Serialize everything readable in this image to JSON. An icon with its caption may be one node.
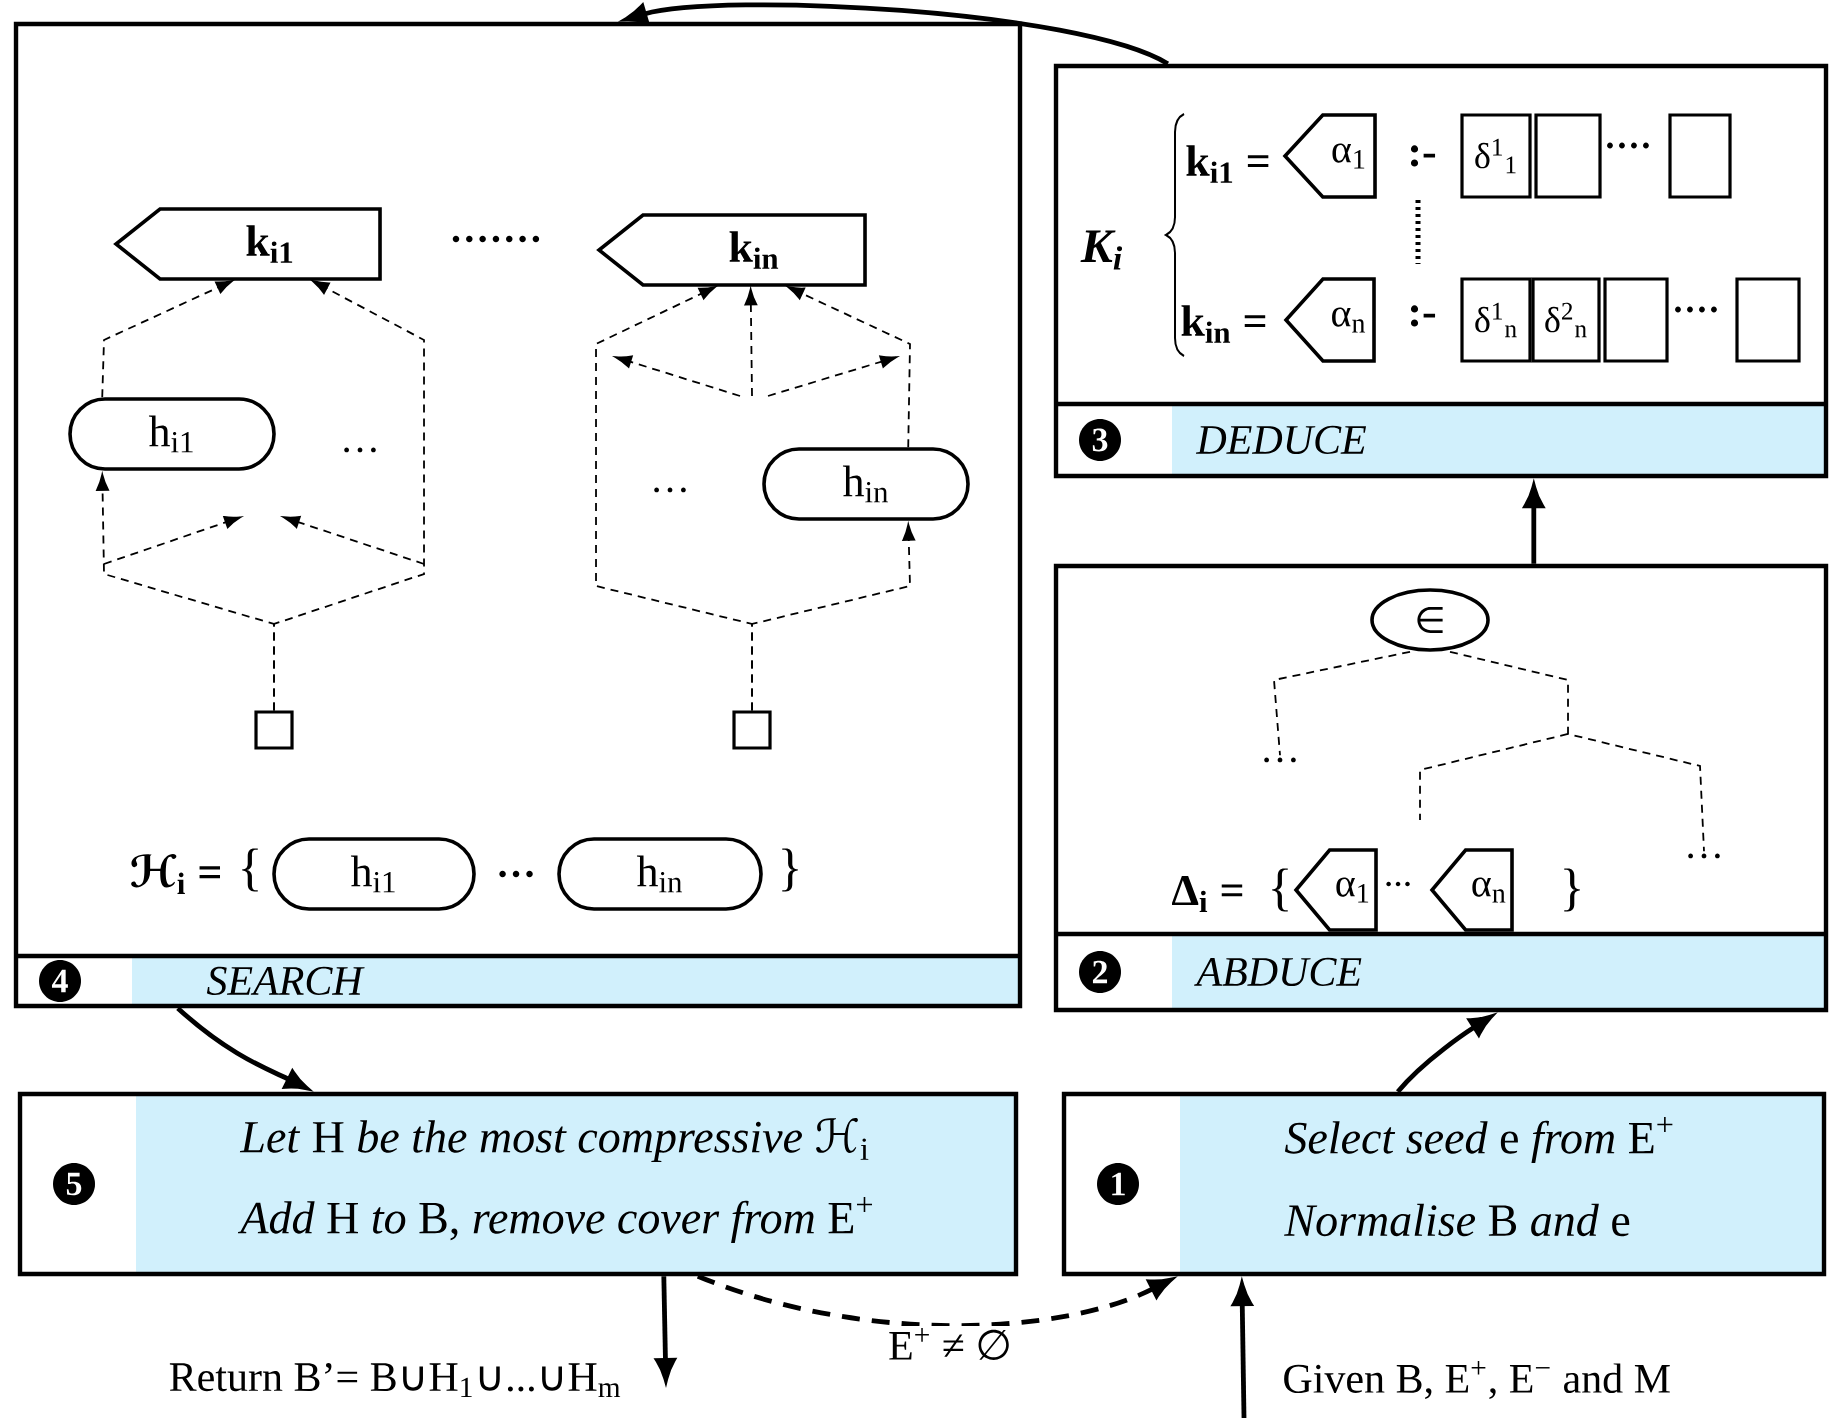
{
  "diagram": {
    "nodes": [
      {
        "text": [
          "4",
          "SEARCH"
        ]
      },
      {
        "text": [
          "k$_{i1}$"
        ],
        "in": 0
      },
      {
        "text": [
          "k$_{in}$"
        ],
        "in": 0
      },
      {
        "text": [
          "h$_{i1}$"
        ],
        "in": 0
      },
      {
        "text": [
          "h$_{in}$"
        ],
        "in": 0
      },
      {
        "text": [],
        "shape": "box",
        "in": 0
      },
      {
        "text": [],
        "shape": "box",
        "in": 0
      },
      {
        "text": [
          "h$_{i1}$"
        ],
        "in": 0
      },
      {
        "text": [
          "h$_{in}$"
        ],
        "in": 0
      },
      {
        "text": [
          "3",
          "DEDUCE"
        ]
      },
      {
        "text": [
          "α$_{1}$"
        ],
        "in": 9
      },
      {
        "text": [
          "δ$^{1}$$_{1}$"
        ],
        "in": 9
      },
      {
        "text": [],
        "shape": "box",
        "in": 9
      },
      {
        "text": [],
        "shape": "box",
        "in": 9
      },
      {
        "text": [
          "α$_{n}$"
        ],
        "in": 9
      },
      {
        "text": [
          "δ$^{1}$$_{n}$"
        ],
        "in": 9
      },
      {
        "text": [
          "δ$^{2}$$_{n}$"
        ],
        "in": 9
      },
      {
        "text": [],
        "shape": "box",
        "in": 9
      },
      {
        "text": [],
        "shape": "box",
        "in": 9
      },
      {
        "text": [
          "2",
          "ABDUCE"
        ]
      },
      {
        "text": [
          "∈"
        ],
        "in": 19
      },
      {
        "text": [
          "…"
        ],
        "in": 19
      },
      {
        "text": [
          "…"
        ],
        "in": 19
      },
      {
        "text": [
          "α$_{1}$"
        ],
        "in": 19
      },
      {
        "text": [
          "α$_{n}$"
        ],
        "in": 19
      },
      {
        "text": [
          "5",
          "*Let* H  *be the most compressive* ℋ$_{i}$",
          "*Add* H *to* B, *remove cover from* E$^{+}$"
        ]
      },
      {
        "text": [
          "1",
          "*Select seed* e *from* E$^{+}$",
          "*Normalise* B *and* e"
        ]
      }
    ],
    "edges": [
      {
        "from": 5,
        "to": 3,
        "arrow": "to",
        "style": "dashed"
      },
      {
        "from": 3,
        "to": 1,
        "arrow": "to",
        "style": "dashed"
      },
      {
        "from": 5,
        "to": 1,
        "arrow": "to",
        "style": "dashed"
      },
      {
        "from": 6,
        "to": 4,
        "arrow": "to",
        "style": "dashed"
      },
      {
        "from": 4,
        "to": 2,
        "arrow": "to",
        "style": "dashed"
      },
      {
        "from": 6,
        "to": 2,
        "arrow": "to",
        "style": "dashed"
      },
      {
        "from": null,
        "to": 2,
        "arrow": "to",
        "style": "dashed"
      },
      {
        "from": 20,
        "to": 21,
        "arrow": "none",
        "style": "dashed"
      },
      {
        "from": 20,
        "to": 22,
        "arrow": "none",
        "style": "dashed"
      },
      {
        "from": 26,
        "to": 19,
        "arrow": "to",
        "style": "thick"
      },
      {
        "from": 19,
        "to": 9,
        "arrow": "to",
        "style": "thick"
      },
      {
        "from": 9,
        "to": 0,
        "arrow": "to",
        "style": "thick"
      },
      {
        "from": 0,
        "to": 25,
        "arrow": "to",
        "style": "thick"
      },
      {
        "from": 25,
        "to": 26,
        "arrow": "to",
        "style": "dashed",
        "label": "E$^{+}$ ≠ ∅"
      },
      {
        "from": 25,
        "to": null,
        "arrow": "to",
        "style": "thick",
        "label": "Return B’= B∪H$_{1}$∪...∪H$_{m}$"
      },
      {
        "from": null,
        "to": 26,
        "arrow": "to",
        "style": "thick",
        "label": "Given B, E$^{+}$, E$^{−}$ and M"
      }
    ],
    "labels": [
      "·······",
      "…",
      "…",
      "ℋ$_{i}$ =",
      "{",
      "…",
      "}",
      "K$_{i}$",
      "k$_{i1}$ =",
      ":-",
      "····",
      "k$_{in}$ =",
      ":-",
      "····",
      "Δ$_{i}$ =",
      "{",
      "…",
      "}"
    ]
  }
}
